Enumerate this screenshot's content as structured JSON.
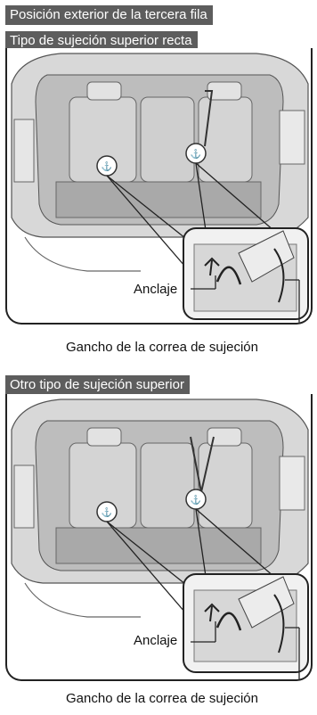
{
  "section1": {
    "header": "Posición exterior de la tercera fila",
    "subheader": "Tipo de sujeción superior recta",
    "anchor_label": "Anclaje",
    "hook_label": "Gancho de la correa de sujeción"
  },
  "section2": {
    "header": "Otro tipo de sujeción superior",
    "anchor_label": "Anclaje",
    "hook_label": "Gancho de la correa de sujeción"
  },
  "colors": {
    "label_bg": "#5d5d5d",
    "label_text": "#ffffff",
    "frame": "#222222"
  }
}
